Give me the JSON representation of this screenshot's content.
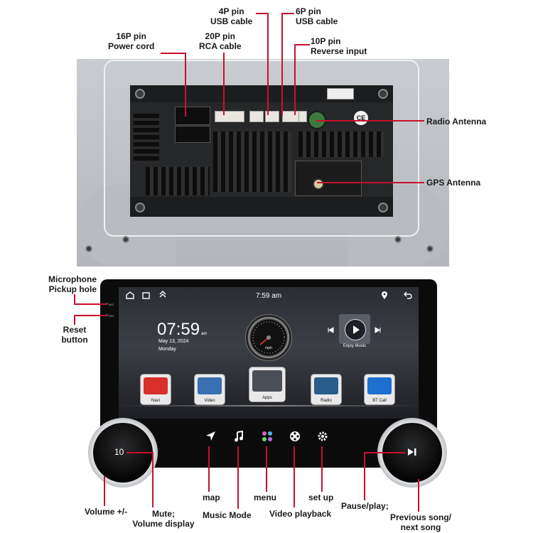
{
  "back_labels": {
    "l16p": "16P pin\nPower cord",
    "l20p": "20P pin\nRCA cable",
    "l4p": "4P pin\nUSB cable",
    "l6p": "6P pin\nUSB cable",
    "l10p": "10P pin\nReverse input",
    "radio": "Radio Antenna",
    "gps": "GPS Antenna"
  },
  "front_labels": {
    "mic": "Microphone\nPickup hole",
    "reset": "Reset\nbutton",
    "volume": "Volume +/-",
    "mute": "Mute;\nVolume display",
    "map": "map",
    "music": "Music Mode",
    "menu": "menu",
    "video": "Video playback",
    "setup": "set up",
    "pause": "Pause/play;",
    "prevnext": "Previous song/\nnext song"
  },
  "bezel": {
    "mic": "MIC",
    "rst": "RST"
  },
  "screen": {
    "time_top": "7:59 am",
    "clock": "07:59",
    "clock_suffix": "am",
    "date": "May 13, 2024",
    "day": "Monday",
    "gauge_unit": "mph",
    "music_label": "Enjoy Music",
    "tiles": [
      {
        "label": "Navi",
        "color": "#d8302a"
      },
      {
        "label": "Video",
        "color": "#3a6fb0"
      },
      {
        "label": "Apps",
        "color": "#4a4f57"
      },
      {
        "label": "Radio",
        "color": "#2a5c8c"
      },
      {
        "label": "BT Call",
        "color": "#1f6fd0"
      }
    ]
  },
  "knob_left_value": "10",
  "icons": {
    "home": "home-icon",
    "recent": "recent-apps-icon",
    "up": "chevron-up-icon",
    "location": "location-icon",
    "back": "back-icon",
    "play": "play-icon",
    "prev": "previous-icon",
    "next": "next-icon",
    "nav": "navigation-arrow-icon",
    "music": "music-note-icon",
    "menu": "menu-grid-icon",
    "film": "film-reel-icon",
    "gear": "gear-icon",
    "playpause": "play-pause-icon",
    "ce": "ce-mark-icon"
  }
}
